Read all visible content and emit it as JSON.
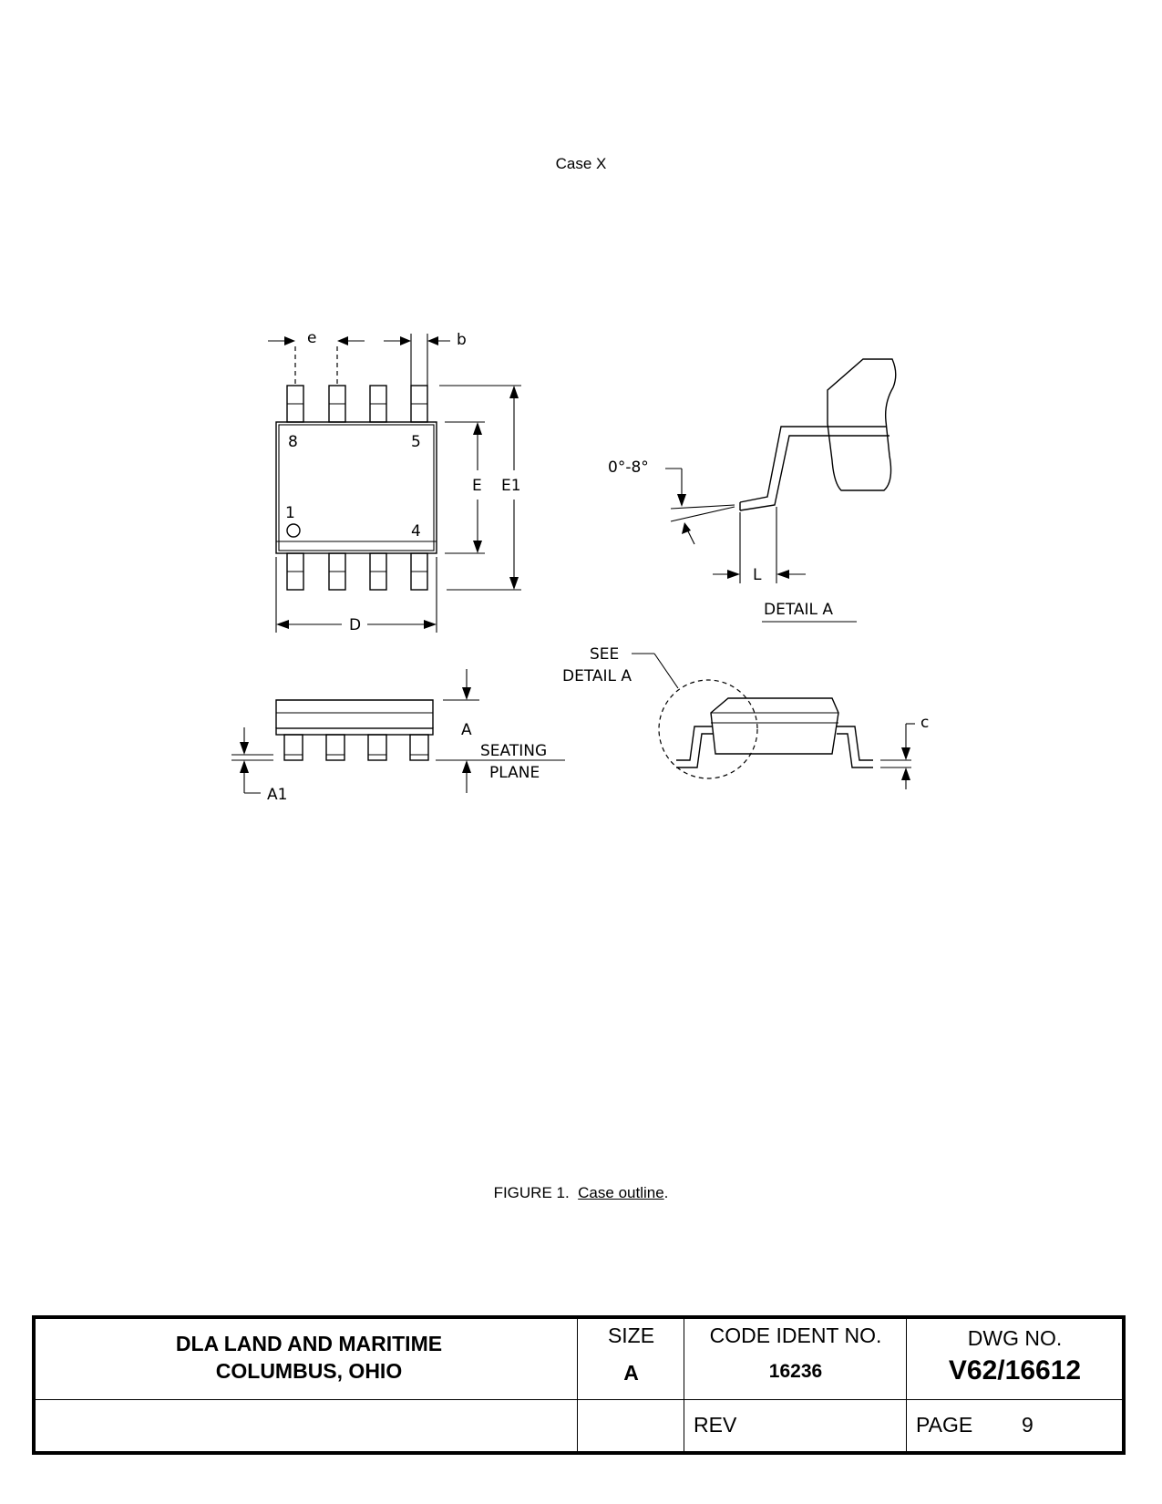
{
  "case_title": "Case X",
  "drawing_labels": {
    "pitch": "e",
    "lead_width": "b",
    "pin_8": "8",
    "pin_5": "5",
    "pin_1": "1",
    "pin_4": "4",
    "body_width": "E",
    "overall_width": "E1",
    "body_length": "D",
    "angle": "0°-8°",
    "foot_length": "L",
    "detail": "DETAIL A",
    "see": "SEE",
    "see_detail": "DETAIL A",
    "height": "A",
    "seating": "SEATING",
    "plane": "PLANE",
    "standoff": "A1",
    "lead_thickness": "c"
  },
  "caption": {
    "prefix": "FIGURE 1.",
    "title": "Case outline",
    "suffix": "."
  },
  "title_block": {
    "org_line1": "DLA LAND AND MARITIME",
    "org_line2": "COLUMBUS, OHIO",
    "size_label": "SIZE",
    "size_value": "A",
    "code_label": "CODE IDENT NO.",
    "code_value": "16236",
    "dwg_label": "DWG NO.",
    "dwg_value": "V62/16612",
    "rev_label": "REV",
    "page_label": "PAGE",
    "page_value": "9"
  }
}
